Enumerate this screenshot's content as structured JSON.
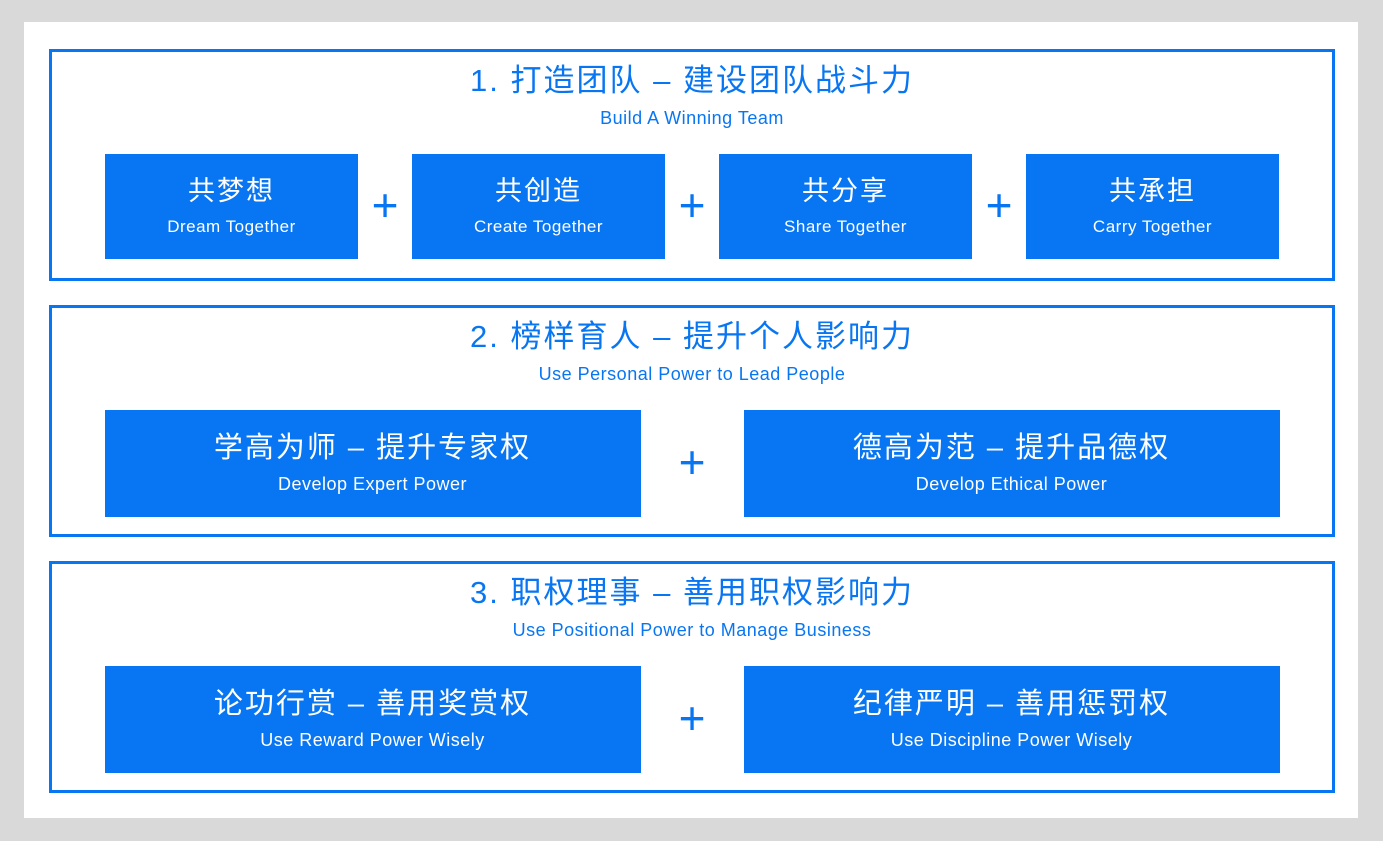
{
  "colors": {
    "accent": "#0876f2",
    "page_background": "#d9d9d9",
    "canvas_background": "#ffffff",
    "box_text": "#ffffff"
  },
  "plus_sign": "+",
  "sections": [
    {
      "title": "1. 打造团队 – 建设团队战斗力",
      "subtitle": "Build A Winning Team",
      "boxes": [
        {
          "zh": "共梦想",
          "en": "Dream Together"
        },
        {
          "zh": "共创造",
          "en": "Create Together"
        },
        {
          "zh": "共分享",
          "en": "Share Together"
        },
        {
          "zh": "共承担",
          "en": "Carry Together"
        }
      ]
    },
    {
      "title": "2. 榜样育人 – 提升个人影响力",
      "subtitle": "Use Personal Power to Lead People",
      "boxes": [
        {
          "zh": "学高为师 – 提升专家权",
          "en": "Develop Expert Power"
        },
        {
          "zh": "德高为范 – 提升品德权",
          "en": "Develop Ethical Power"
        }
      ]
    },
    {
      "title": "3. 职权理事 – 善用职权影响力",
      "subtitle": "Use Positional Power to Manage Business",
      "boxes": [
        {
          "zh": "论功行赏 – 善用奖赏权",
          "en": "Use Reward Power Wisely"
        },
        {
          "zh": "纪律严明 – 善用惩罚权",
          "en": "Use Discipline Power Wisely"
        }
      ]
    }
  ]
}
